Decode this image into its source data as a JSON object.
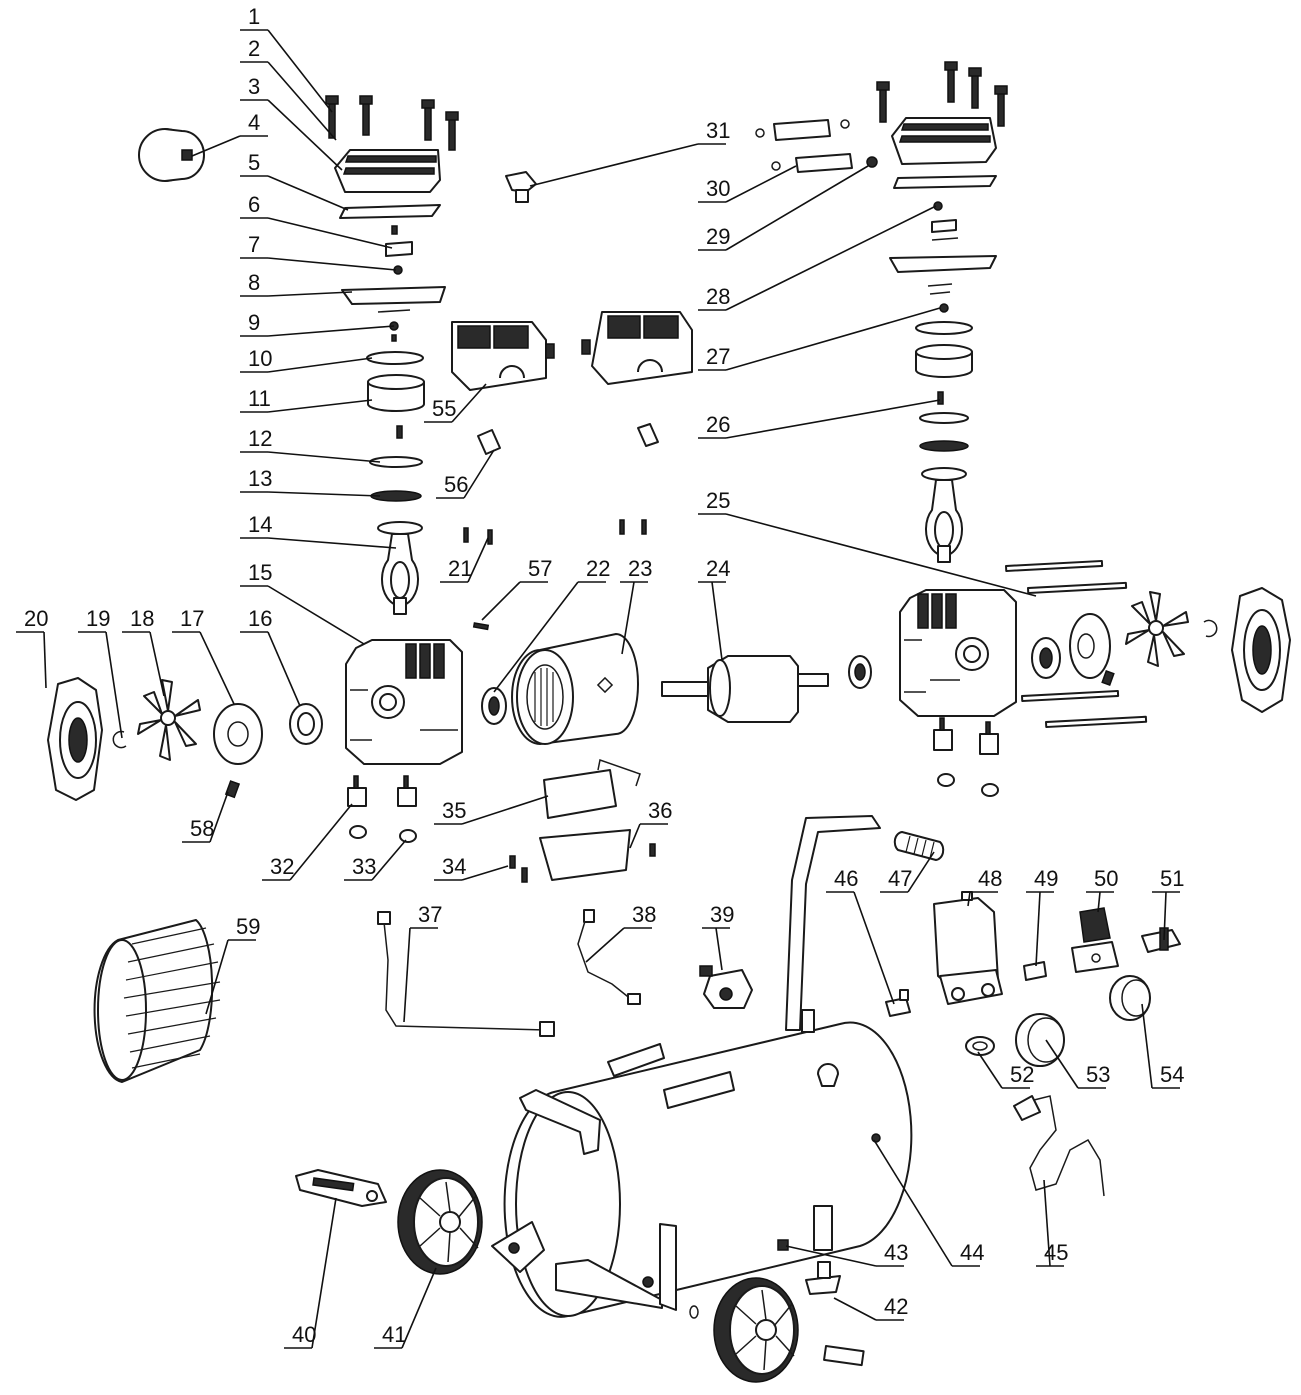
{
  "diagram": {
    "callouts": [
      {
        "label": "1"
      },
      {
        "label": "2"
      },
      {
        "label": "3"
      },
      {
        "label": "4"
      },
      {
        "label": "5"
      },
      {
        "label": "6"
      },
      {
        "label": "7"
      },
      {
        "label": "8"
      },
      {
        "label": "9"
      },
      {
        "label": "10"
      },
      {
        "label": "11"
      },
      {
        "label": "12"
      },
      {
        "label": "13"
      },
      {
        "label": "14"
      },
      {
        "label": "15"
      },
      {
        "label": "16"
      },
      {
        "label": "17"
      },
      {
        "label": "18"
      },
      {
        "label": "19"
      },
      {
        "label": "20"
      },
      {
        "label": "21"
      },
      {
        "label": "22"
      },
      {
        "label": "23"
      },
      {
        "label": "24"
      },
      {
        "label": "25"
      },
      {
        "label": "26"
      },
      {
        "label": "27"
      },
      {
        "label": "28"
      },
      {
        "label": "29"
      },
      {
        "label": "30"
      },
      {
        "label": "31"
      },
      {
        "label": "32"
      },
      {
        "label": "33"
      },
      {
        "label": "34"
      },
      {
        "label": "35"
      },
      {
        "label": "36"
      },
      {
        "label": "37"
      },
      {
        "label": "38"
      },
      {
        "label": "39"
      },
      {
        "label": "40"
      },
      {
        "label": "41"
      },
      {
        "label": "42"
      },
      {
        "label": "43"
      },
      {
        "label": "44"
      },
      {
        "label": "45"
      },
      {
        "label": "46"
      },
      {
        "label": "47"
      },
      {
        "label": "48"
      },
      {
        "label": "49"
      },
      {
        "label": "50"
      },
      {
        "label": "51"
      },
      {
        "label": "52"
      },
      {
        "label": "53"
      },
      {
        "label": "54"
      },
      {
        "label": "55"
      },
      {
        "label": "56"
      },
      {
        "label": "57"
      },
      {
        "label": "58"
      },
      {
        "label": "59"
      }
    ]
  }
}
